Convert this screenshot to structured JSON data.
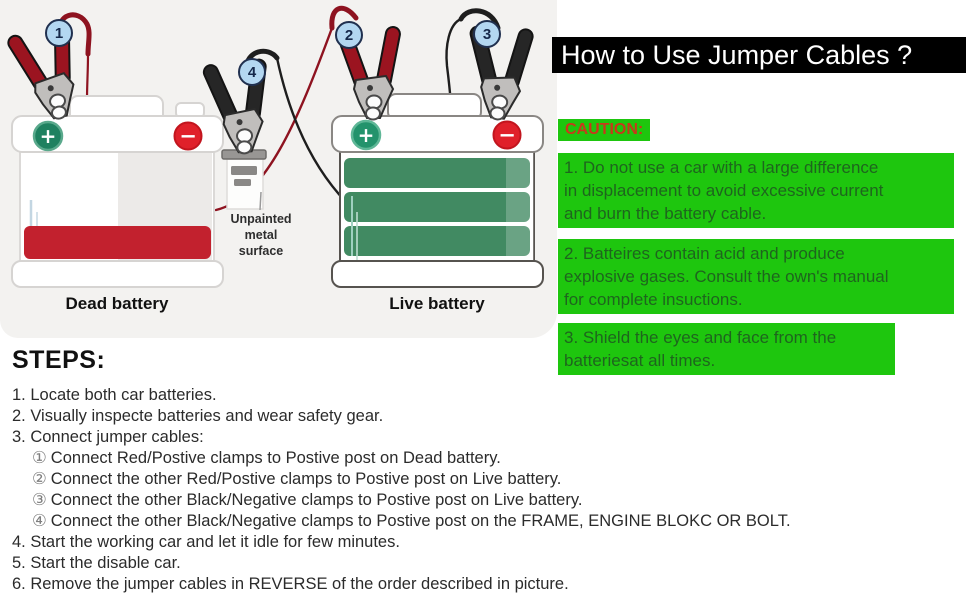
{
  "title": "How to Use Jumper Cables ?",
  "diagram": {
    "dead_battery_label": "Dead battery",
    "live_battery_label": "Live battery",
    "unpainted_metal_label": [
      "Unpainted",
      "metal",
      "surface"
    ],
    "plus_sign": "+",
    "minus_sign": "−",
    "clamps": [
      {
        "number": "1"
      },
      {
        "number": "2"
      },
      {
        "number": "3"
      },
      {
        "number": "4"
      }
    ]
  },
  "caution": {
    "heading": "CAUTION:",
    "box1_lines": [
      "1. Do not use a car with a large difference",
      "in displacement to avoid excessive current",
      "and burn the battery cable."
    ],
    "box2_lines": [
      "2. Batteires contain acid and produce",
      "explosive gases. Consult the own's manual",
      "for complete insuctions."
    ],
    "box3_lines": [
      "3. Shield the eyes and face from the",
      "batteriesat all times."
    ]
  },
  "steps": {
    "heading": "STEPS:",
    "line1": "1. Locate both car batteries.",
    "line2": "2. Visually inspecte batteries and wear safety gear.",
    "line3": "3. Connect jumper cables:",
    "sub1_marker": "①",
    "sub1_text": "Connect Red/Postive clamps to Postive post on Dead battery.",
    "sub2_marker": "②",
    "sub2_text": "Connect the other Red/Postive clamps to Postive post on Live battery.",
    "sub3_marker": "③",
    "sub3_text": "Connect the other Black/Negative clamps to Postive post on Live battery.",
    "sub4_marker": "④",
    "sub4_text": "Connect the other Black/Negative clamps to Postive post on the FRAME, ENGINE BLOKC OR BOLT.",
    "line4": "4. Start the working car and let it idle for few minutes.",
    "line5": "5. Start the disable car.",
    "line6": "6. Remove the jumper cables in REVERSE of the order described in picture."
  },
  "colors": {
    "diagram_background": "#f3f2f0",
    "title_bg": "#000000",
    "title_text": "#ffffff",
    "caution_green": "#1ec60e",
    "caution_heading_red": "#c8391b",
    "caution_text_green": "#1e651e",
    "dead_fluid_red": "#c2212e",
    "live_charge_green": "#418a62",
    "clamp_red": "#9b1420",
    "clamp_black": "#262626",
    "number_circle_blue": "#b3d7f1",
    "plus_post_green": "#21906a",
    "minus_post_red": "#e0202a"
  }
}
